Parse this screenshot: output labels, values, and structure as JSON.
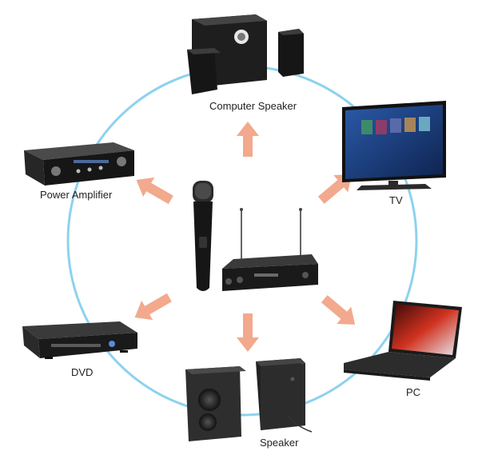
{
  "title": "",
  "colors": {
    "ring": "#8dd2ee",
    "arrow": "#f2a98d",
    "device_dark": "#1c1c1c",
    "device_mid": "#3a3a3a",
    "screen_blue": "#1a3c78",
    "laptop_red": "#c8281e"
  },
  "center": {
    "microphone": {
      "icon": "wireless-microphone-icon"
    },
    "receiver": {
      "icon": "wireless-receiver-icon"
    }
  },
  "devices": [
    {
      "id": "computer-speaker",
      "label": "Computer Speaker",
      "icon": "computer-speaker-icon"
    },
    {
      "id": "tv",
      "label": "TV",
      "icon": "tv-icon"
    },
    {
      "id": "pc",
      "label": "PC",
      "icon": "laptop-icon"
    },
    {
      "id": "speaker",
      "label": "Speaker",
      "icon": "speaker-icon"
    },
    {
      "id": "dvd",
      "label": "DVD",
      "icon": "dvd-player-icon"
    },
    {
      "id": "power-amplifier",
      "label": "Power Amplifier",
      "icon": "amplifier-icon"
    }
  ]
}
